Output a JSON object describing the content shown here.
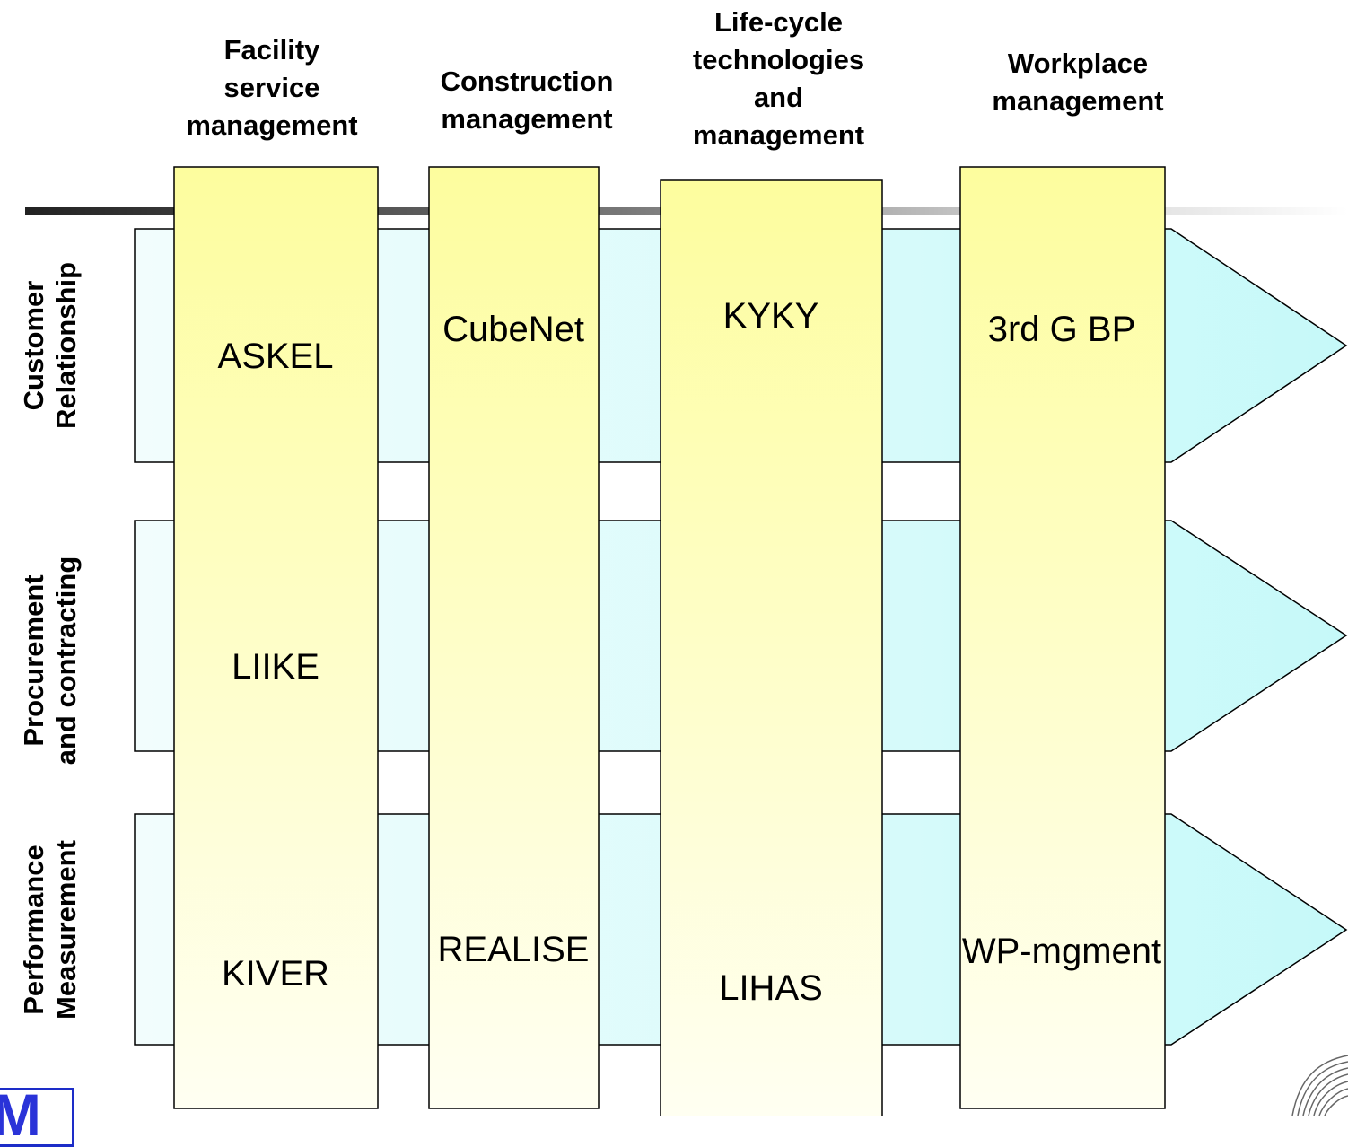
{
  "columns": [
    {
      "id": "fsm",
      "header": "Facility\nservice\nmanagement"
    },
    {
      "id": "cm",
      "header": "Construction\nmanagement"
    },
    {
      "id": "lct",
      "header": "Life-cycle\ntechnologies\nand\nmanagement"
    },
    {
      "id": "wm",
      "header": "Workplace\nmanagement"
    }
  ],
  "rows": [
    {
      "id": "crm",
      "label": "Customer\nRelationship"
    },
    {
      "id": "pc",
      "label": "Procurement\nand contracting"
    },
    {
      "id": "pm",
      "label": "Performance\nMeasurement"
    }
  ],
  "projects": [
    {
      "id": "askel",
      "label": "ASKEL",
      "column": "fsm",
      "row": "crm"
    },
    {
      "id": "liike",
      "label": "LIIKE",
      "column": "fsm",
      "row": "pc"
    },
    {
      "id": "kiver",
      "label": "KIVER",
      "column": "fsm",
      "row": "pm"
    },
    {
      "id": "cubenet",
      "label": "CubeNet",
      "column": "cm",
      "row": "crm"
    },
    {
      "id": "realise",
      "label": "REALISE",
      "column": "cm",
      "row": "pm"
    },
    {
      "id": "kyky",
      "label": "KYKY",
      "column": "lct",
      "row": "crm"
    },
    {
      "id": "lihas",
      "label": "LIHAS",
      "column": "lct",
      "row": "pm"
    },
    {
      "id": "3rdgbp",
      "label": "3rd G BP",
      "column": "wm",
      "row": "crm"
    },
    {
      "id": "wpmgment",
      "label": "WP-mgment",
      "column": "wm",
      "row": "pm"
    }
  ],
  "logo": {
    "text": "M"
  },
  "colors": {
    "column_fill_top": "#fdfd9e",
    "column_fill_bottom": "#fffff0",
    "arrow_fill_dark": "#c8fafa",
    "arrow_fill_light": "#f0fdfd"
  }
}
